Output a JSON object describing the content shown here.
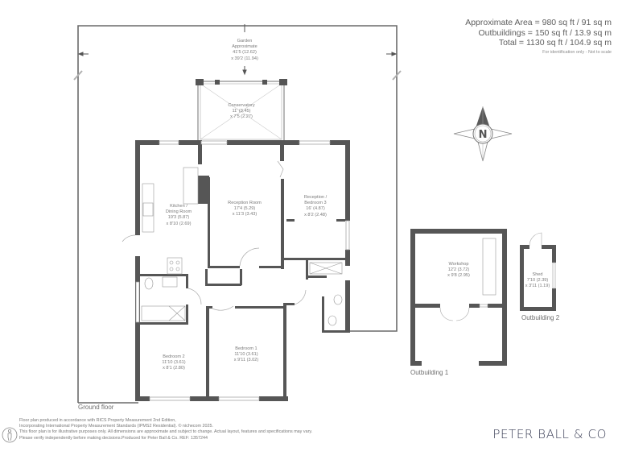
{
  "area_summary": {
    "approximate_area": "Approximate Area = 980 sq ft / 91 sq m",
    "outbuildings": "Outbuildings = 150 sq ft / 13.9 sq m",
    "total": "Total = 1130 sq ft / 104.9 sq m",
    "note": "For identification only - Not to scale"
  },
  "compass": {
    "label": "N",
    "icon": "north-compass-icon",
    "accent_color": "#5a5a5a"
  },
  "rooms": [
    {
      "id": "garden",
      "lines": [
        "Garden",
        "Approximate",
        "41'5 (12.62)",
        "x 39'2 (11.94)"
      ]
    },
    {
      "id": "conservatory",
      "lines": [
        "Conservatory",
        "11' (3.45)",
        "x 7'5 (2.27)"
      ]
    },
    {
      "id": "kitchen",
      "lines": [
        "Kitchen /",
        "Dining Room",
        "19'3 (5.87)",
        "x 8'10 (2.69)"
      ]
    },
    {
      "id": "reception",
      "lines": [
        "Reception Room",
        "17'4 (5.29)",
        "x 11'3 (3.43)"
      ]
    },
    {
      "id": "reception-bedroom3",
      "lines": [
        "Reception /",
        "Bedroom 3",
        "16' (4.87)",
        "x 8'2 (2.48)"
      ]
    },
    {
      "id": "bedroom2",
      "lines": [
        "Bedroom 2",
        "11'10 (3.61)",
        "x 8'1 (2.80)"
      ]
    },
    {
      "id": "bedroom1",
      "lines": [
        "Bedroom 1",
        "11'10 (3.61)",
        "x 9'11 (3.02)"
      ]
    },
    {
      "id": "workshop",
      "lines": [
        "Workshop",
        "12'2 (3.72)",
        "x 9'8 (2.95)"
      ]
    },
    {
      "id": "shed",
      "lines": [
        "Shed",
        "7'10 (2.39)",
        "x 3'11 (1.19)"
      ]
    }
  ],
  "sections": {
    "ground_floor": "Ground floor",
    "outbuilding1": "Outbuilding 1",
    "outbuilding2": "Outbuilding 2"
  },
  "footer": {
    "lines": [
      "Floor plan produced in accordance with RICS Property Measurement 2nd Edition,",
      "Incorporating International Property Measurement Standards (IPMS2 Residential).   © nichecom 2025.",
      "This floor plan is for illustrative purposes only. All dimensions are approximate and subject to change. Actual layout, features and specifications may vary.",
      "Please verify independently before making decisions.Produced for Peter Ball & Co.   REF:  1357244"
    ],
    "icon": "person-accessibility-icon"
  },
  "brand": {
    "name": "PETER BALL & CO",
    "color": "#3d4158"
  },
  "colors": {
    "wall": "#565656",
    "boundary": "#6a6a6a",
    "text": "#7a7a7a"
  }
}
